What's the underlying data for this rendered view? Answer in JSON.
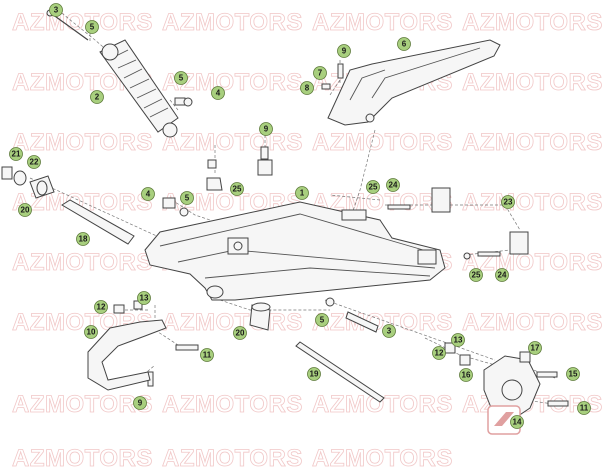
{
  "watermark_text": "AZMOTORS",
  "colors": {
    "callout_fill": "#a8cf7e",
    "watermark": "#f1c8c8",
    "line": "#444444"
  },
  "callouts": {
    "c1": "1",
    "c2": "2",
    "c3a": "3",
    "c3b": "3",
    "c4a": "4",
    "c4b": "4",
    "c5a": "5",
    "c5b": "5",
    "c5c": "5",
    "c5d": "5",
    "c6": "6",
    "c7": "7",
    "c8": "8",
    "c9a": "9",
    "c9b": "9",
    "c9c": "9",
    "c10": "10",
    "c11a": "11",
    "c11b": "11",
    "c12a": "12",
    "c12b": "12",
    "c13a": "13",
    "c13b": "13",
    "c14": "14",
    "c15": "15",
    "c16": "16",
    "c17": "17",
    "c18": "18",
    "c19": "19",
    "c20a": "20",
    "c20b": "20",
    "c21": "21",
    "c22": "22",
    "c23": "23",
    "c24a": "24",
    "c24b": "24",
    "c25a": "25",
    "c25b": "25",
    "c25c": "25"
  }
}
